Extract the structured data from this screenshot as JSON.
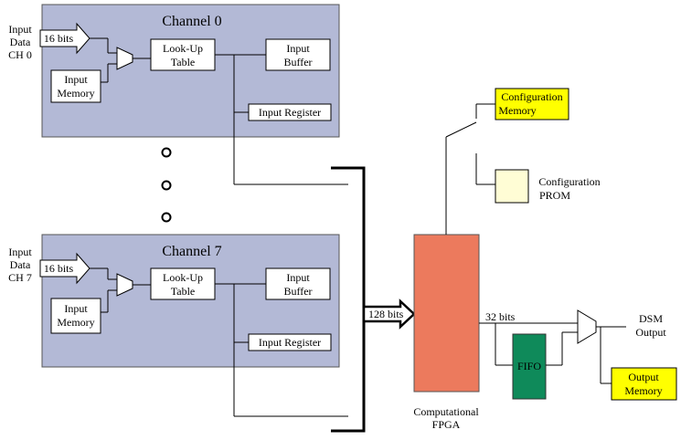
{
  "channel0": {
    "title": "Channel 0",
    "input_label": [
      "Input",
      "Data",
      "CH 0"
    ],
    "bus_width": "16 bits",
    "input_memory": [
      "Input",
      "Memory"
    ],
    "lookup_table": [
      "Look-Up",
      "Table"
    ],
    "input_buffer": [
      "Input",
      "Buffer"
    ],
    "input_register": "Input Register"
  },
  "channel7": {
    "title": "Channel 7",
    "input_label": [
      "Input",
      "Data",
      "CH 7"
    ],
    "bus_width": "16 bits",
    "input_memory": [
      "Input",
      "Memory"
    ],
    "lookup_table": [
      "Look-Up",
      "Table"
    ],
    "input_buffer": [
      "Input",
      "Buffer"
    ],
    "input_register": "Input Register"
  },
  "bus_128": "128 bits",
  "fpga_label": [
    "Computational",
    "FPGA"
  ],
  "config_memory": [
    "Configuration",
    "Memory"
  ],
  "config_prom": [
    "Configuration",
    "PROM"
  ],
  "bus_32": "32 bits",
  "fifo": "FIFO",
  "dsm_output": [
    "DSM",
    "Output"
  ],
  "output_memory": [
    "Output",
    "Memory"
  ],
  "colors": {
    "channel_fill": "#b3b9d6",
    "fpga_fill": "#ec7a5d",
    "fifo_fill": "#0f8a5a",
    "yellow": "#ffff00",
    "prom_fill": "#fffdd5"
  }
}
